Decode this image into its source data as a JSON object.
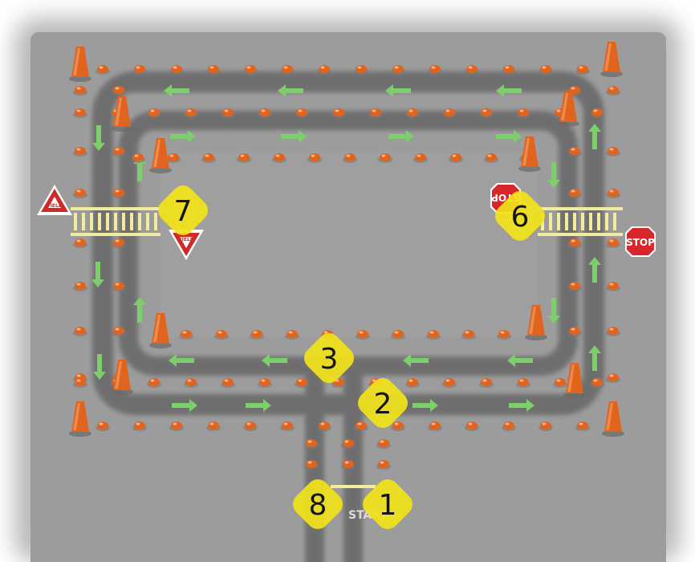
{
  "colors": {
    "ground": "#9a9a9a",
    "ground_dark": "#8a8a8a",
    "track": "#6e6e6e",
    "cone": "#e0641e",
    "arrow": "#7ccf6a",
    "marker": "#f2e21a",
    "stop": "#d9262b",
    "yield": "#cf2a2a",
    "crosswalk": "#f3ec9c"
  },
  "markers": [
    {
      "id": "marker-1",
      "label": "1"
    },
    {
      "id": "marker-2",
      "label": "2"
    },
    {
      "id": "marker-3",
      "label": "3"
    },
    {
      "id": "marker-6",
      "label": "6"
    },
    {
      "id": "marker-7",
      "label": "7"
    },
    {
      "id": "marker-8",
      "label": "8"
    }
  ],
  "signs": {
    "stop_right": "STOP",
    "stop_left": "STOP",
    "yield_left": "YIELD",
    "yield_bottom": "YIELD"
  },
  "start_label": "START"
}
